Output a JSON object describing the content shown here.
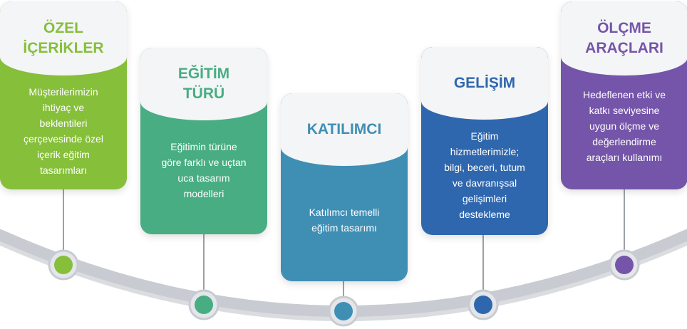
{
  "colors": {
    "arc": "#c8ccd2",
    "arc_shadow": "#b5bac1",
    "connector": "#9aa0a6",
    "head_bg": "#f4f5f7",
    "green": "#86bf3a",
    "teal": "#48ad82",
    "blue": "#3f8fb5",
    "navy": "#2f67ae",
    "purple": "#7555a9"
  },
  "cards": [
    {
      "title": "ÖZEL\nİÇERİKLER",
      "text": "Müşterilerimizin\nihtiyaç ve\nbeklentileri\nçerçevesinde özel\niçerik eğitim\ntasarımları"
    },
    {
      "title": "EĞİTİM\nTÜRÜ",
      "text": "Eğitimin türüne\ngöre farklı ve uçtan\nuca tasarım\nmodelleri"
    },
    {
      "title": "KATILIMCI",
      "text": "Katılımcı temelli\neğitim tasarımı"
    },
    {
      "title": "GELİŞİM",
      "text": "Eğitim\nhizmetlerimizle;\nbilgi, beceri, tutum\nve davranışsal\ngelişimleri\ndestekleme"
    },
    {
      "title": "ÖLÇME\nARAÇLARI",
      "text": "Hedeflenen etki ve\nkatkı seviyesine\nuygun ölçme ve\ndeğerlendirme\naraçları kullanımı"
    }
  ]
}
